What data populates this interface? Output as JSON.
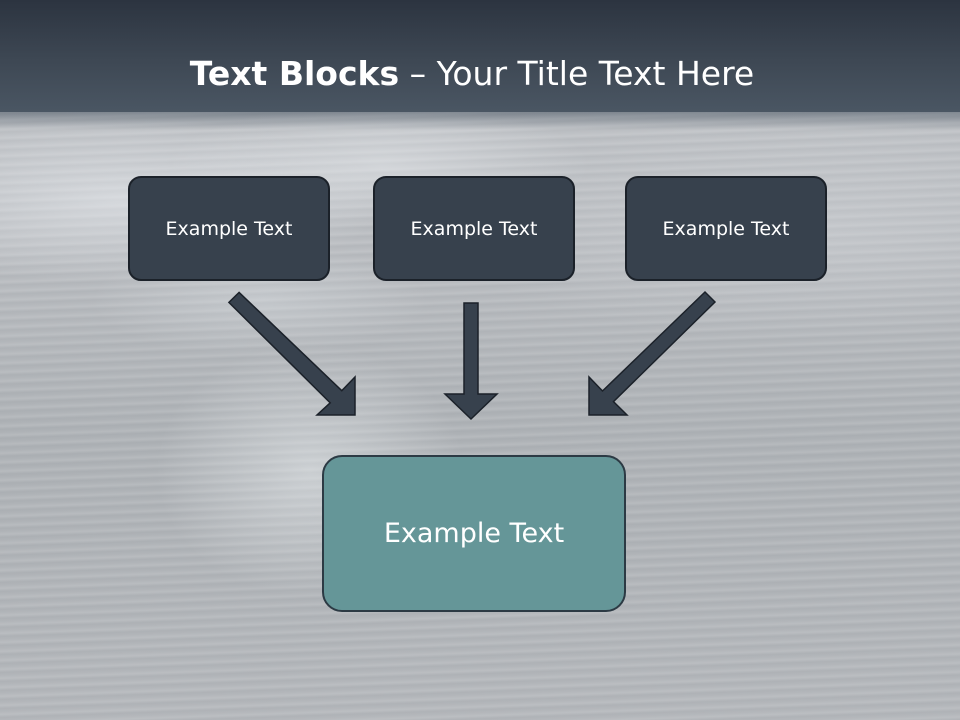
{
  "title": {
    "bold": "Text Blocks",
    "rest": " – Your Title Text Here"
  },
  "blocks": {
    "top": [
      {
        "label": "Example Text"
      },
      {
        "label": "Example Text"
      },
      {
        "label": "Example Text"
      }
    ],
    "center": {
      "label": "Example Text"
    }
  },
  "colors": {
    "header": "#3e4854",
    "top_box_fill": "#37414d",
    "center_box_fill": "#659698",
    "arrow_fill": "#37414d",
    "text": "#ffffff"
  }
}
